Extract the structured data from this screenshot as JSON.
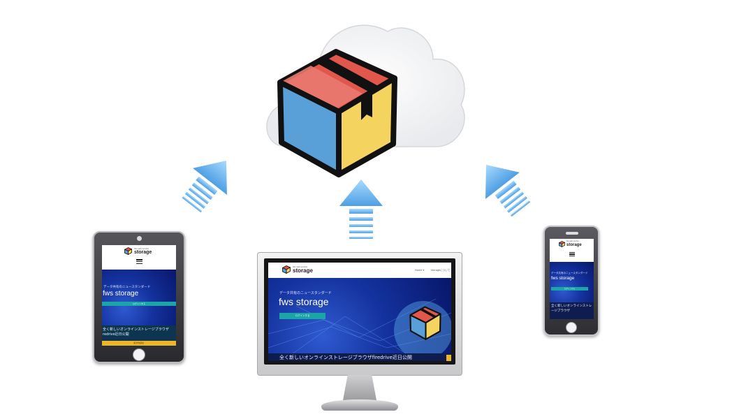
{
  "site": {
    "logo_small": "fws web service",
    "logo_main": "storage",
    "nav": [
      "Home ▾",
      "storageについて"
    ],
    "tagline": "データ共有のニュースタンダード",
    "title": "fws storage",
    "cta_label": "ログインする",
    "news": "全く新しいオンラインストレージブラウザfiredrive近日公開",
    "news_line1": "全く新しいオンラインストレージブラウザ",
    "news_line2": "firedrive近日公開",
    "tablet_news_line2": "redrive近日公開",
    "more_label": "続きを読む"
  },
  "icons": [
    "cloud-icon",
    "box-icon",
    "upload-arrow-icon",
    "hamburger-icon"
  ],
  "colors": {
    "cloud": "#f2f3f5",
    "box_top": "#e2574c",
    "box_front": "#5aa0d8",
    "box_side": "#f4d35e",
    "arrow": "#7cc0f4",
    "hero": "#14329e",
    "cta": "#1aa6a6"
  }
}
